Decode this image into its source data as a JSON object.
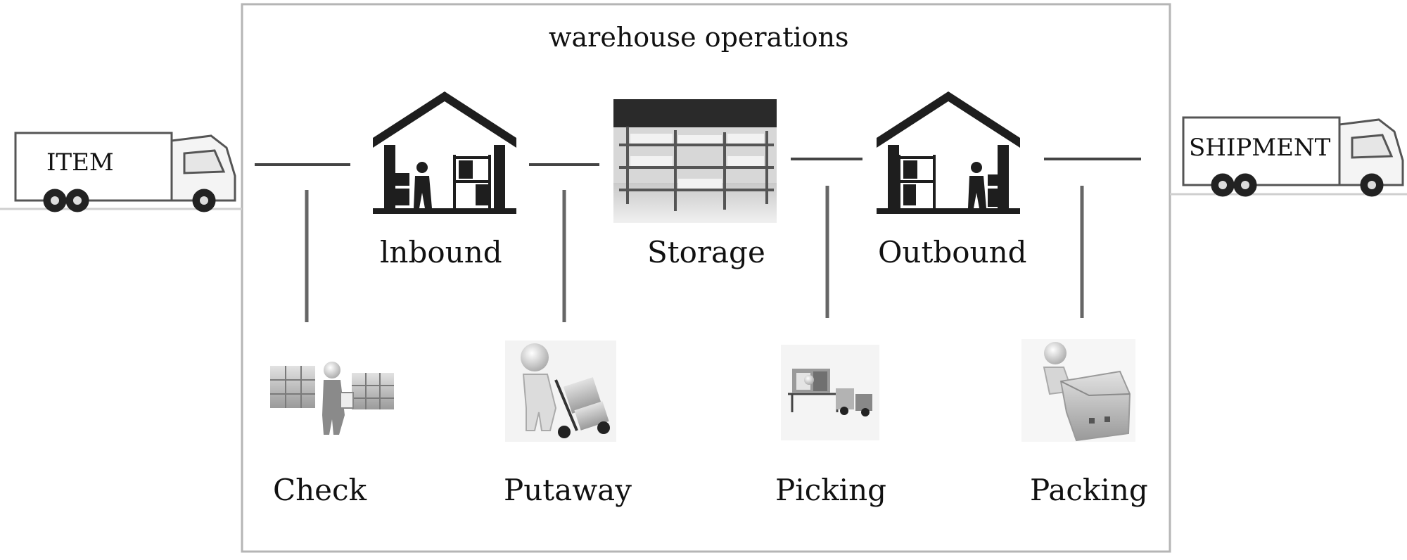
{
  "diagram": {
    "title": "warehouse operations",
    "origin_label": "ITEM",
    "destination_label": "SHIPMENT",
    "stages": [
      {
        "label": "lnbound",
        "icon": "warehouse-icon"
      },
      {
        "label": "Storage",
        "icon": "storage-racks-icon"
      },
      {
        "label": "Outbound",
        "icon": "warehouse-icon"
      }
    ],
    "steps": [
      {
        "label": "Check",
        "icon": "inspector-with-pallets-icon"
      },
      {
        "label": "Putaway",
        "icon": "person-with-hand-truck-icon"
      },
      {
        "label": "Picking",
        "icon": "forklift-picking-icon"
      },
      {
        "label": "Packing",
        "icon": "person-packing-box-icon"
      }
    ],
    "colors": {
      "frame": "#b5b5b5",
      "flow_line": "#444444",
      "icon_dark": "#1e1e1e",
      "text": "#111111"
    }
  }
}
